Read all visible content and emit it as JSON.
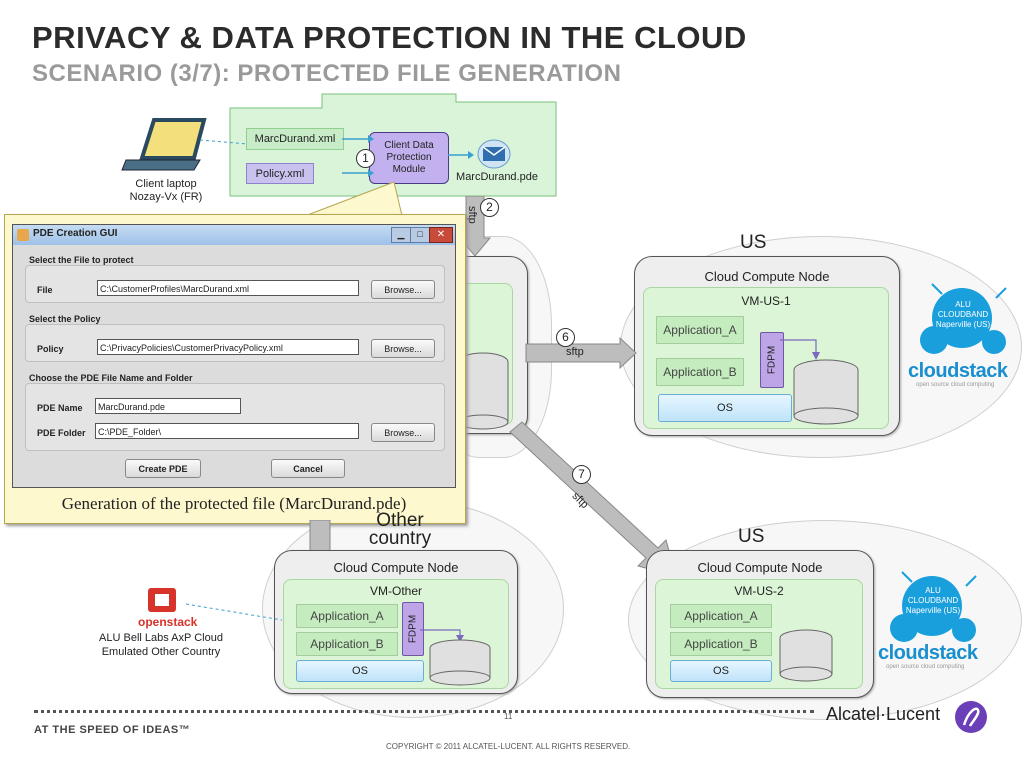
{
  "title": "PRIVACY & DATA PROTECTION IN THE CLOUD",
  "subtitle": "SCENARIO (3/7): PROTECTED FILE GENERATION",
  "client": {
    "laptop_label": "Client laptop",
    "laptop_location": "Nozay-Vx (FR)",
    "input_file": "MarcDurand.xml",
    "policy_file": "Policy.xml",
    "module_label": "Client Data Protection Module",
    "output_file": "MarcDurand.pde",
    "step1": "1",
    "step2": "2",
    "sftp": "sftp"
  },
  "gui": {
    "window_title": "PDE Creation GUI",
    "section_file": "Select the File to protect",
    "file_label": "File",
    "file_value": "C:\\CustomerProfiles\\MarcDurand.xml",
    "section_policy": "Select the Policy",
    "policy_label": "Policy",
    "policy_value": "C:\\PrivacyPolicies\\CustomerPrivacyPolicy.xml",
    "section_pde": "Choose the PDE File Name and Folder",
    "pde_name_label": "PDE Name",
    "pde_name_value": "MarcDurand.pde",
    "pde_folder_label": "PDE Folder",
    "pde_folder_value": "C:\\PDE_Folder\\",
    "browse": "Browse...",
    "create": "Create PDE",
    "cancel": "Cancel",
    "caption": "Generation of the protected file (MarcDurand.pde)"
  },
  "us1": {
    "region": "US",
    "node": "Cloud Compute Node",
    "vm": "VM-US-1",
    "app_a": "Application_A",
    "app_b": "Application_B",
    "fdpm": "FDPM",
    "os": "OS",
    "badge_top": "ALU",
    "badge_mid": "CLOUDBAND",
    "badge_bot": "Naperville (US)",
    "cloudstack": "cloudstack",
    "cloudstack_sub": "open source cloud computing"
  },
  "flow": {
    "step6": "6",
    "step7": "7",
    "sftp6": "sftp",
    "sftp7": "sftp"
  },
  "us2": {
    "region": "US",
    "node": "Cloud Compute Node",
    "vm": "VM-US-2",
    "app_a": "Application_A",
    "app_b": "Application_B",
    "os": "OS",
    "badge_top": "ALU",
    "badge_mid": "CLOUDBAND",
    "badge_bot": "Naperville (US)",
    "cloudstack": "cloudstack",
    "cloudstack_sub": "open source cloud computing"
  },
  "other": {
    "region_line1": "Other",
    "region_line2": "country",
    "node": "Cloud Compute Node",
    "vm": "VM-Other",
    "app_a": "Application_A",
    "app_b": "Application_B",
    "fdpm": "FDPM",
    "os": "OS",
    "openstack": "openstack",
    "bl_line1": "ALU Bell Labs AxP Cloud",
    "bl_line2": "Emulated Other Country"
  },
  "footer": {
    "tagline": "AT THE SPEED OF IDEAS™",
    "page": "11",
    "copyright": "COPYRIGHT © 2011 ALCATEL-LUCENT.  ALL RIGHTS RESERVED.",
    "brand": "Alcatel·Lucent"
  },
  "colors": {
    "vm_green": "#dcf5d6",
    "fdpm_purple": "#bda5e8",
    "badge_blue": "#1a9fdd",
    "openstack_red": "#d8332a"
  }
}
